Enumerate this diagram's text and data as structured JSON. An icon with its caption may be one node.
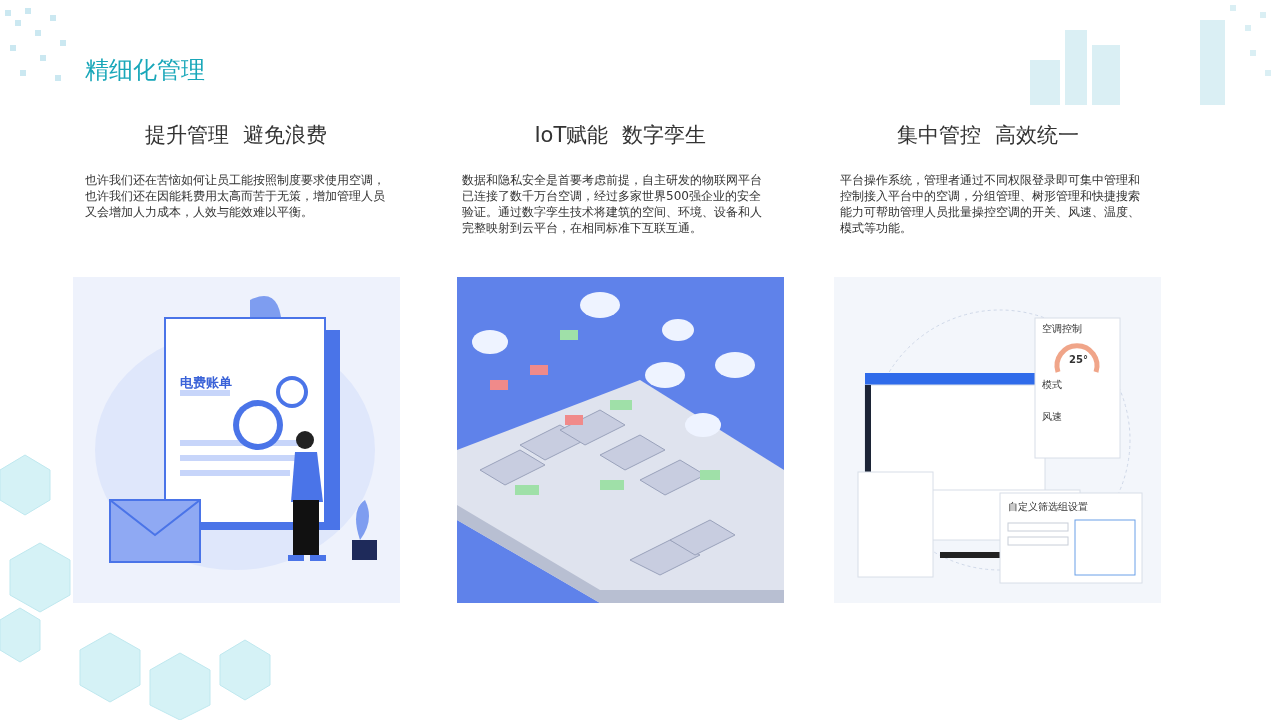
{
  "diagram": {
    "title": "精细化管理",
    "labels": [
      "提升管理  避免浪费",
      "也许我们还在苦恼如何让员工能按照制度要求使用空调，也许我们还在因能耗费用太高而苦于无策，增加管理人员又会增加人力成本，人效与能效难以平衡。",
      "IoT赋能  数字孪生",
      "数据和隐私安全是首要考虑前提，自主研发的物联网平台已连接了数千万台空调，经过多家世界500强企业的安全验证。通过数字孪生技术将建筑的空间、环境、设备和人完整映射到云平台，在相同标准下互联互通。",
      "集中管控  高效统一",
      "平台操作系统，管理者通过不同权限登录即可集中管理和控制接入平台中的空调，分组管理、树形管理和快捷搜索能力可帮助管理人员批量操控空调的开关、风速、温度、模式等功能。",
      "电费账单",
      "空调控制",
      "25°",
      "模式",
      "风速",
      "自定义筛选组设置"
    ]
  }
}
